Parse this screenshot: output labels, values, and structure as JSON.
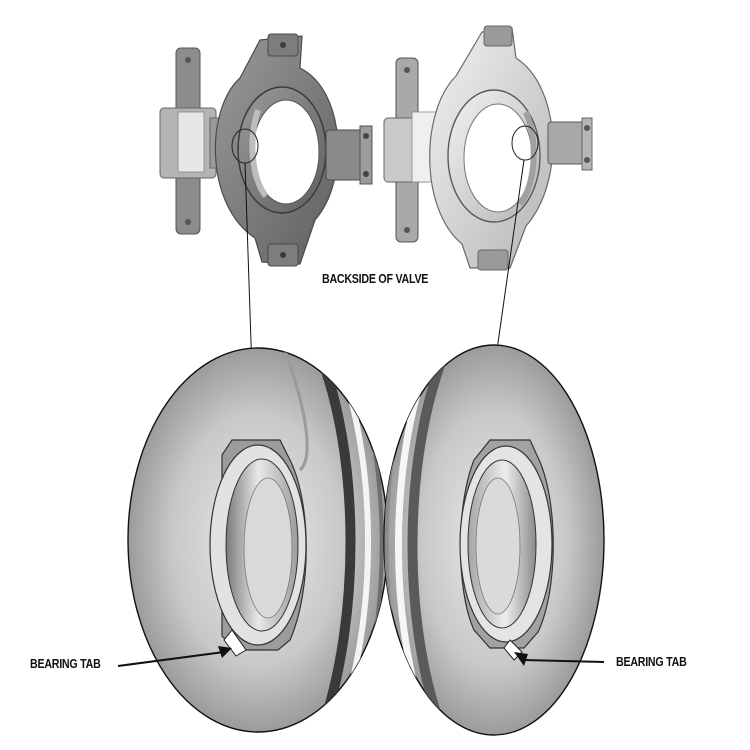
{
  "labels": {
    "backside": "BACKSIDE OF VALVE",
    "bearing_tab_left": "BEARING TAB",
    "bearing_tab_right": "BEARING TAB"
  }
}
